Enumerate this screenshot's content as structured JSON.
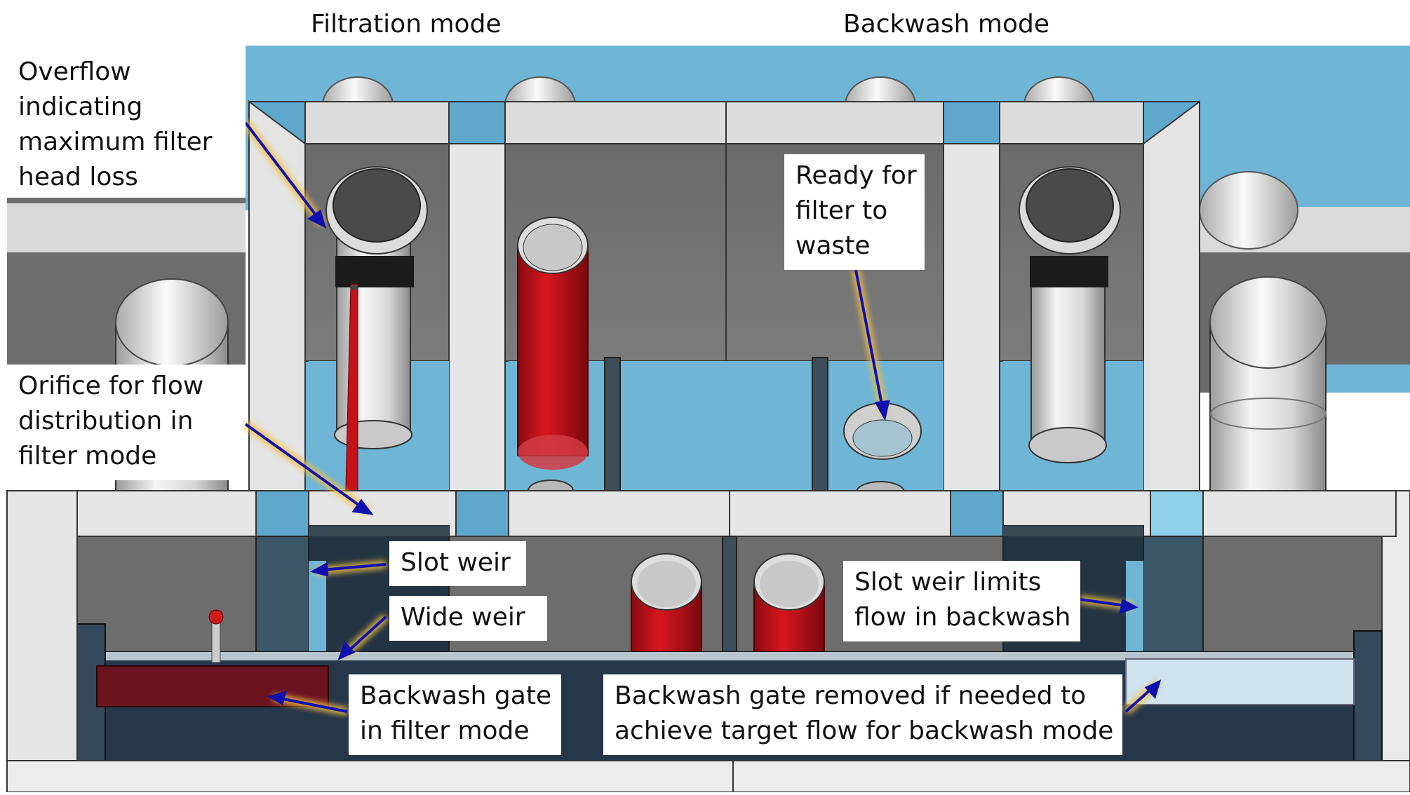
{
  "modes": {
    "filtration": "Filtration mode",
    "backwash": "Backwash mode"
  },
  "callouts": {
    "overflow": [
      "Overflow",
      "indicating",
      "maximum filter",
      "head loss"
    ],
    "ready": [
      "Ready for",
      "filter to",
      "waste"
    ],
    "orifice": [
      "Orifice for flow",
      "distribution in",
      "filter mode"
    ],
    "slot_weir": "Slot weir",
    "wide_weir": "Wide weir",
    "slot_weir_limits": [
      "Slot weir limits",
      "flow in backwash"
    ],
    "gate_filter": [
      "Backwash gate",
      "in filter mode"
    ],
    "gate_removed": [
      "Backwash gate removed if needed to",
      "achieve target flow for backwash mode"
    ]
  },
  "colors": {
    "water": "#6fb8d8",
    "water_light": "#8fd0ea",
    "panel_top": "#dcdcdc",
    "panel_face": "#6d6d6d",
    "pipe_red": "#c4121a",
    "gate_red": "#6b1420",
    "arrow": "#1010b0",
    "arrow_glow": "#f4c040",
    "dark_base": "#26374a"
  }
}
